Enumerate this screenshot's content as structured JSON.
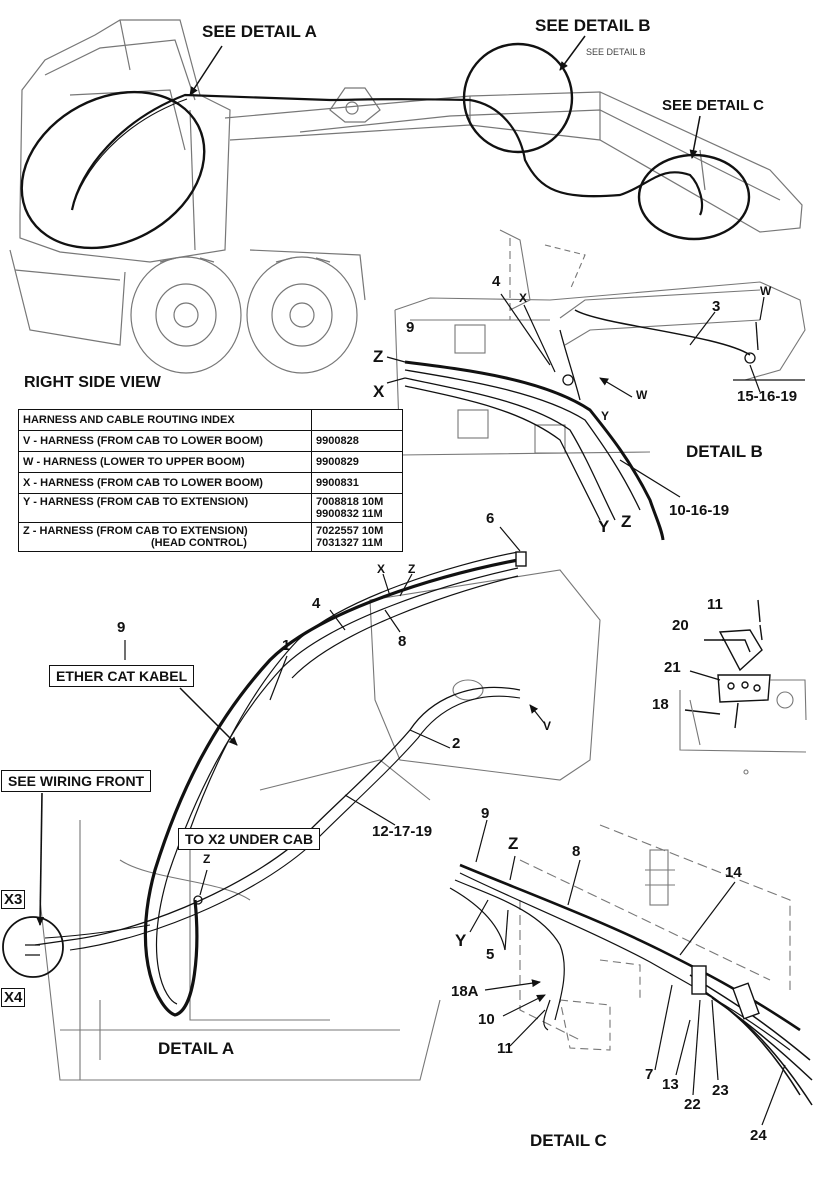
{
  "callouts": {
    "detail_a": "SEE DETAIL A",
    "detail_b": "SEE DETAIL B",
    "detail_c": "SEE DETAIL C",
    "detail_b_small": "SEE DETAIL B"
  },
  "view_title": "RIGHT SIDE VIEW",
  "index_table": {
    "title": "HARNESS AND CABLE ROUTING INDEX",
    "rows": [
      {
        "desc": "V - HARNESS (FROM CAB TO LOWER BOOM)",
        "parts": [
          "9900828"
        ]
      },
      {
        "desc": "W - HARNESS (LOWER TO UPPER BOOM)",
        "parts": [
          "9900829"
        ]
      },
      {
        "desc": "X - HARNESS (FROM CAB TO LOWER BOOM)",
        "parts": [
          "9900831"
        ]
      },
      {
        "desc": "Y - HARNESS (FROM CAB TO EXTENSION)",
        "parts": [
          "7008818 10M",
          "9900832 11M"
        ]
      },
      {
        "desc": "Z - HARNESS  (FROM CAB TO EXTENSION)",
        "desc2": "(HEAD CONTROL)",
        "parts": [
          "7022557 10M",
          "7031327 11M"
        ]
      }
    ]
  },
  "detail_titles": {
    "a": "DETAIL A",
    "b": "DETAIL B",
    "c": "DETAIL C"
  },
  "boxes": {
    "ether_cat": "ETHER CAT KABEL",
    "wiring_front": "SEE WIRING FRONT",
    "x2_cab": "TO X2 UNDER CAB"
  },
  "connectors": {
    "x3": "X3",
    "x4": "X4"
  },
  "detail_b_labels": {
    "n4": "4",
    "x": "X",
    "n3": "3",
    "w_top": "W",
    "n9": "9",
    "z": "Z",
    "xb": "X",
    "w_mid": "W",
    "y_small": "Y",
    "ref_15_16_19": "15-16-19",
    "ref_10_16_19": "10-16-19",
    "y": "Y",
    "z2": "Z"
  },
  "detail_a_labels": {
    "n6": "6",
    "x": "X",
    "z": "Z",
    "n4": "4",
    "n8": "8",
    "n9": "9",
    "n1": "1",
    "v": "V",
    "n2": "2",
    "ref_12_17_19": "12-17-19",
    "z_small": "Z"
  },
  "bracket_labels": {
    "n11": "11",
    "n20": "20",
    "n21": "21",
    "n18": "18"
  },
  "detail_c_labels": {
    "n9": "9",
    "z": "Z",
    "n8": "8",
    "n14": "14",
    "y": "Y",
    "n5": "5",
    "ref_18a": "18A",
    "n10": "10",
    "n11": "11",
    "n7": "7",
    "n13": "13",
    "n22": "22",
    "n23": "23",
    "n24": "24"
  }
}
